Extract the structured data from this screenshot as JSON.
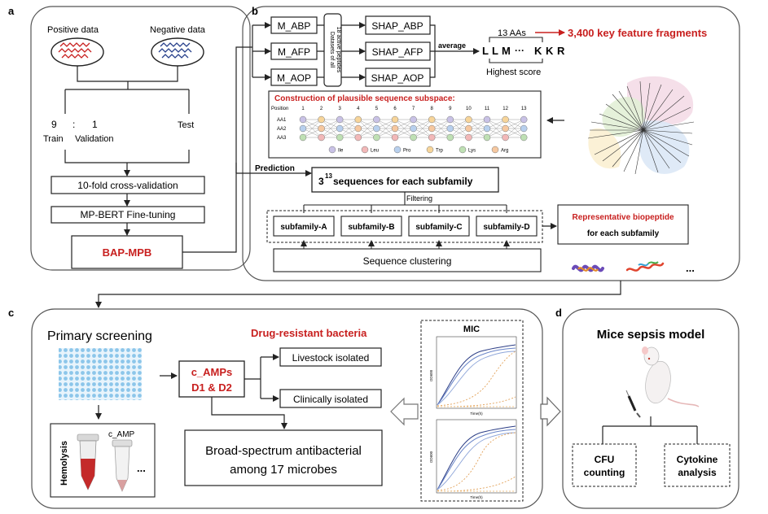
{
  "panels": {
    "a": "a",
    "b": "b",
    "c": "c",
    "d": "d"
  },
  "a": {
    "positive": "Positive data",
    "negative": "Negative data",
    "ratio_train": "9",
    "ratio_colon": ":",
    "ratio_val": "1",
    "train": "Train",
    "validation": "Validation",
    "test": "Test",
    "cv": "10-fold cross-validation",
    "finetune": "MP-BERT Fine-tuning",
    "model": "BAP-MPB"
  },
  "b": {
    "models": [
      "M_ABP",
      "M_AFP",
      "M_AOP"
    ],
    "shaps": [
      "SHAP_ABP",
      "SHAP_AFP",
      "SHAP_AOP"
    ],
    "datasets_line1": "Datasets of all",
    "datasets_line2": "18 active peptides",
    "average": "average",
    "aa_count": "13 AAs",
    "seq_l": "L",
    "seq_l2": "L",
    "seq_m": "M",
    "seq_dots": "···",
    "seq_k": "K",
    "seq_k2": "K",
    "seq_r": "R",
    "highest": "Highest score",
    "key_fragments": "3,400 key feature fragments",
    "subspace_title": "Construction of plausible sequence subspace:",
    "position_label": "Position",
    "positions": [
      "1",
      "2",
      "3",
      "4",
      "5",
      "6",
      "7",
      "8",
      "9",
      "10",
      "11",
      "12",
      "13"
    ],
    "aa_rows": [
      "AA1",
      "AA2",
      "AA3"
    ],
    "legend": [
      {
        "name": "Ile",
        "color": "#c9c2e6"
      },
      {
        "name": "Leu",
        "color": "#f2b8b8"
      },
      {
        "name": "Pro",
        "color": "#b8d0ee"
      },
      {
        "name": "Trp",
        "color": "#f7d59a"
      },
      {
        "name": "Lys",
        "color": "#bfe0b4"
      },
      {
        "name": "Arg",
        "color": "#f6c8a0"
      }
    ],
    "prediction": "Prediction",
    "seq_base": "3",
    "seq_exp": "13",
    "seq_text": " sequences for each subfamily",
    "filtering": "Filtering",
    "subfamilies": [
      "subfamily-A",
      "subfamily-B",
      "subfamily-C",
      "subfamily-D"
    ],
    "rep_line1": "Representative biopeptide",
    "rep_line2": "for each subfamily",
    "clustering": "Sequence clustering",
    "ellipsis": "..."
  },
  "c": {
    "primary": "Primary screening",
    "drug": "Drug-resistant bacteria",
    "camps_line1": "c_AMPs",
    "camps_line2": "D1 & D2",
    "livestock": "Livestock isolated",
    "clinical": "Clinically isolated",
    "broad_line1": "Broad-spectrum antibacterial",
    "broad_line2": "among 17 microbes",
    "hemolysis": "Hemolysis",
    "camp_tube": "c_AMP",
    "tube_dots": "...",
    "mic": "MIC",
    "xlabel": "Time(h)",
    "ylabel": "OD600"
  },
  "d": {
    "title": "Mice sepsis model",
    "cfu_line1": "CFU",
    "cfu_line2": "counting",
    "cyt_line1": "Cytokine",
    "cyt_line2": "analysis"
  },
  "colors": {
    "accent_red": "#c8201f",
    "frame": "#555555",
    "line": "#222222"
  }
}
